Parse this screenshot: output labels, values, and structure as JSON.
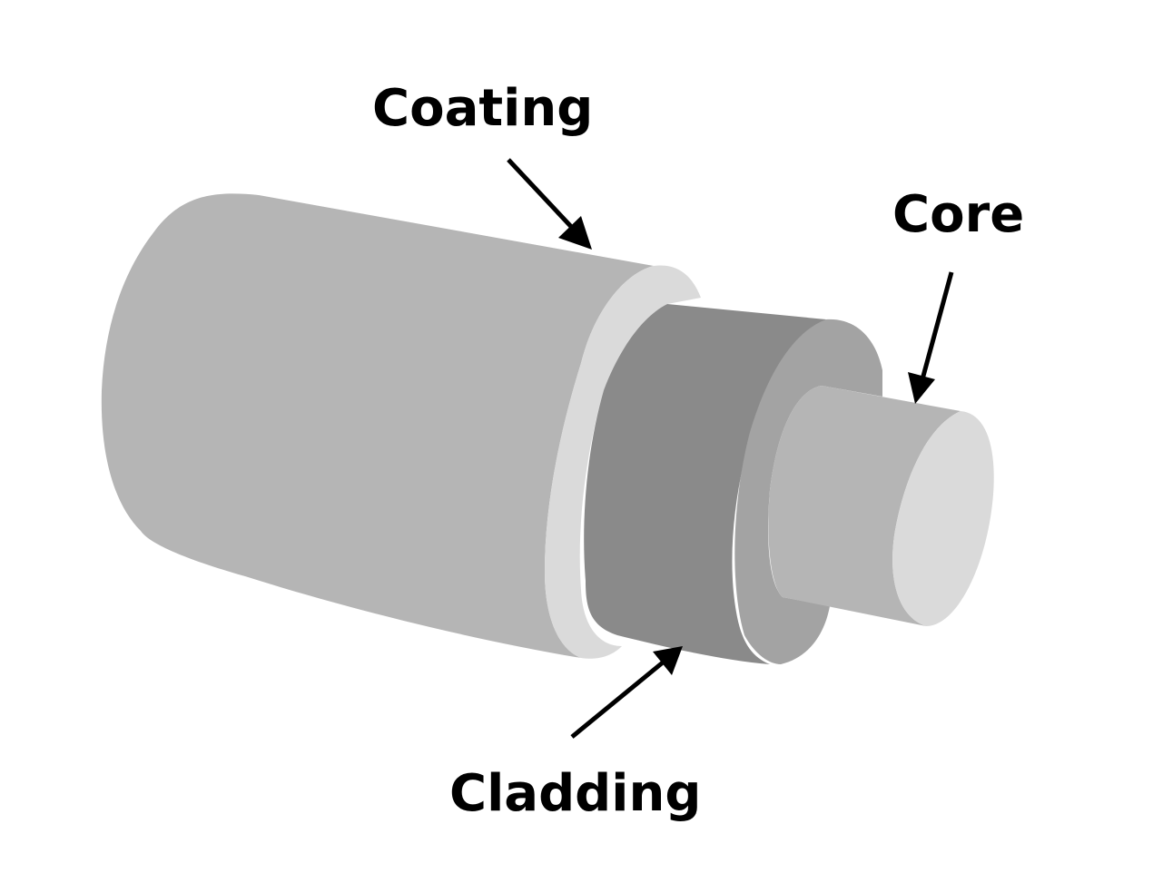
{
  "labels": {
    "coating": "Coating",
    "core": "Core",
    "cladding": "Cladding"
  },
  "colors": {
    "coating_body": "#b5b5b5",
    "coating_rim": "#dadada",
    "cladding_body": "#8a8a8a",
    "cladding_face": "#a3a3a3",
    "core_body": "#b5b5b5",
    "core_face": "#dadada",
    "arrow": "#000000",
    "text": "#000000"
  }
}
